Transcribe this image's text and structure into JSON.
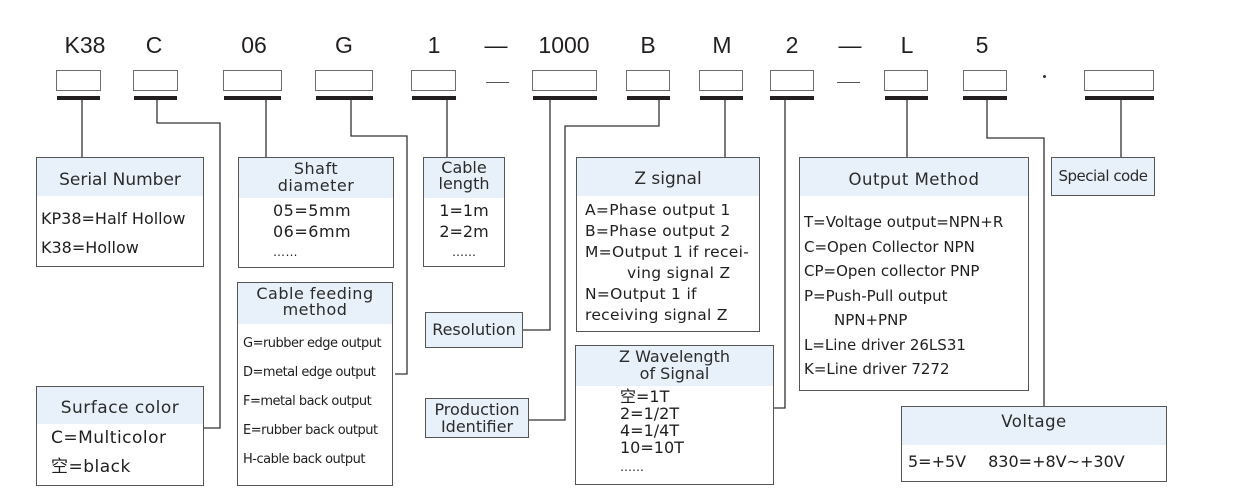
{
  "title": "Encoder model code designation",
  "model_codes": [
    {
      "id": "serial",
      "code": "K38"
    },
    {
      "id": "surface",
      "code": "C"
    },
    {
      "id": "shaft",
      "code": "06"
    },
    {
      "id": "cable_feed",
      "code": "G"
    },
    {
      "id": "cable_length",
      "code": "1"
    },
    {
      "id": "sep1",
      "code": "—"
    },
    {
      "id": "resolution",
      "code": "1000"
    },
    {
      "id": "z_signal",
      "code": "B"
    },
    {
      "id": "production",
      "code": "M"
    },
    {
      "id": "z_wavelength",
      "code": "2"
    },
    {
      "id": "sep2",
      "code": "—"
    },
    {
      "id": "output",
      "code": "L"
    },
    {
      "id": "voltage",
      "code": "5"
    }
  ],
  "separator_dot": "·",
  "boxes": {
    "serial_number": {
      "title": "Serial Number",
      "items": [
        "KP38=Half Hollow",
        "K38=Hollow"
      ]
    },
    "surface_color": {
      "title": "Surface color",
      "items": [
        "C=Multicolor",
        "空=black"
      ]
    },
    "shaft_diameter": {
      "title_lines": [
        "Shaft",
        "diameter"
      ],
      "items": [
        "05=5mm",
        "06=6mm",
        "……"
      ]
    },
    "cable_feeding": {
      "title_lines": [
        "Cable feeding",
        "method"
      ],
      "items": [
        "G=rubber edge output",
        "D=metal edge output",
        "F=metal back output",
        "E=rubber back output",
        "H-cable back output"
      ]
    },
    "cable_length": {
      "title_lines": [
        "Cable",
        "length"
      ],
      "items": [
        "1=1m",
        "2=2m",
        "……"
      ]
    },
    "resolution": {
      "title": "Resolution"
    },
    "production_identifier": {
      "title_lines": [
        "Production",
        "Identifier"
      ]
    },
    "z_signal": {
      "title": "Z signal",
      "items": [
        "A=Phase output 1",
        "B=Phase output 2",
        "M=Output 1 if recei-",
        "ving signal Z",
        "N=Output 1 if",
        "receiving signal Z"
      ]
    },
    "z_wavelength": {
      "title_lines": [
        "Z Wavelength",
        "of Signal"
      ],
      "items": [
        "空=1T",
        "2=1/2T",
        "4=1/4T",
        "10=10T",
        "……"
      ]
    },
    "output_method": {
      "title": "Output Method",
      "items": [
        "T=Voltage output=NPN+R",
        "C=Open Collector NPN",
        "CP=Open collector PNP",
        "P=Push-Pull output",
        "NPN+PNP",
        "L=Line driver 26LS31",
        "K=Line driver 7272"
      ]
    },
    "special_code": {
      "title": "Special code"
    },
    "voltage": {
      "title": "Voltage",
      "items": [
        "5=+5V",
        "830=+8V~+30V"
      ]
    }
  }
}
